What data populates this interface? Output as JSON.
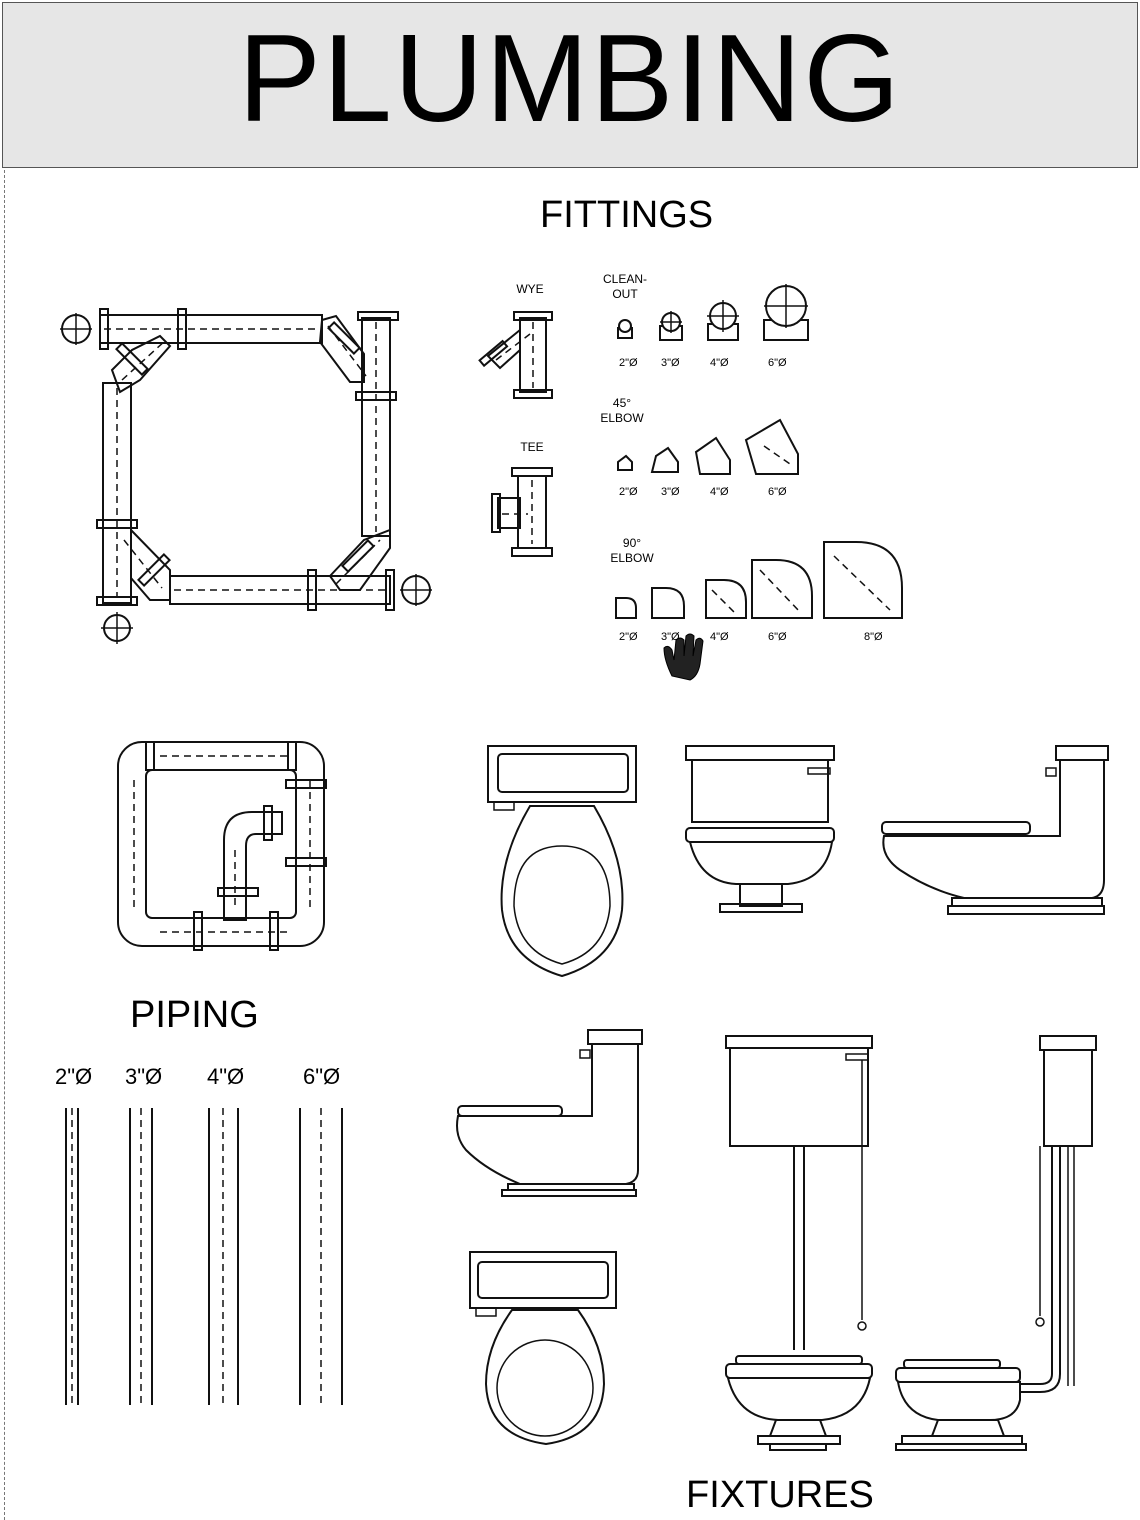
{
  "header": {
    "title": "PLUMBING"
  },
  "sections": {
    "fittings": "FITTINGS",
    "piping": "PIPING",
    "fixtures": "FIXTURES"
  },
  "fittings": {
    "wye": "WYE",
    "tee": "TEE",
    "cleanout": "CLEAN-\nOUT",
    "elbow45": "45°\nELBOW",
    "elbow90": "90°\nELBOW",
    "cleanout_sizes": [
      "2\"Ø",
      "3\"Ø",
      "4\"Ø",
      "6\"Ø"
    ],
    "elbow45_sizes": [
      "2\"Ø",
      "3\"Ø",
      "4\"Ø",
      "6\"Ø"
    ],
    "elbow90_sizes": [
      "2\"Ø",
      "3\"Ø",
      "4\"Ø",
      "6\"Ø",
      "8\"Ø"
    ]
  },
  "piping": {
    "sizes": [
      "2\"Ø",
      "3\"Ø",
      "4\"Ø",
      "6\"Ø"
    ]
  },
  "icons": {
    "cursor": "hand-cursor-icon"
  }
}
